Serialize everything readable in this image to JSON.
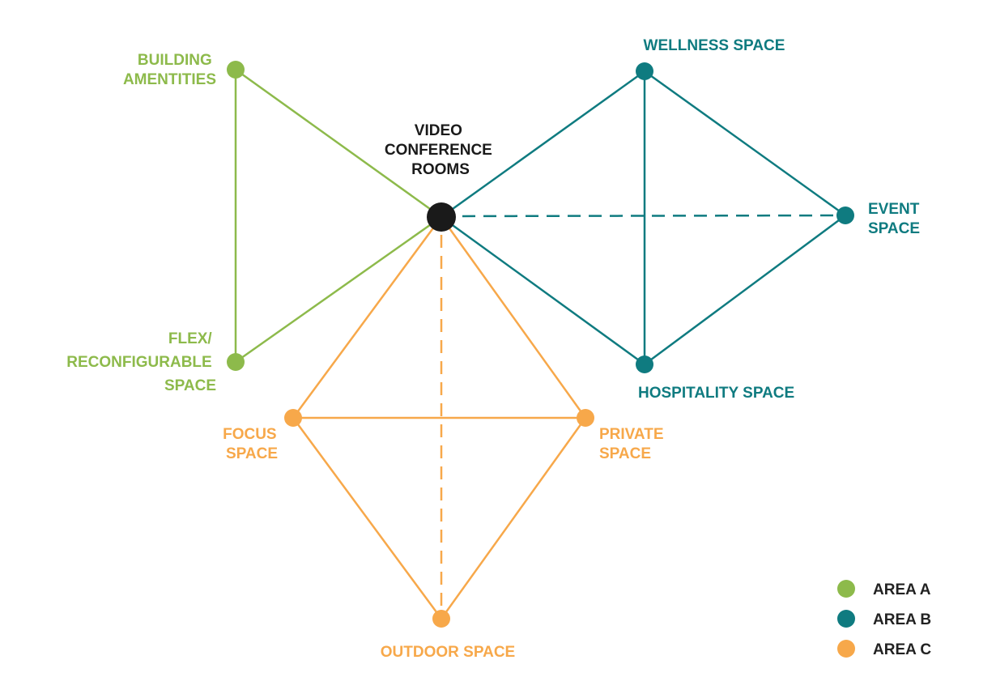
{
  "colors": {
    "area_a": "#8dba4b",
    "area_b": "#0f7b80",
    "area_c": "#f7a84a",
    "center": "#1a1a1a"
  },
  "nodes": {
    "center": {
      "lines": [
        "VIDEO",
        "CONFERENCE",
        "ROOMS"
      ]
    },
    "building": {
      "lines": [
        "BUILDING",
        "AMENTITIES"
      ]
    },
    "flex": {
      "lines": [
        "FLEX/",
        "RECONFIGURABLE",
        "SPACE"
      ]
    },
    "wellness": {
      "lines": [
        "WELLNESS SPACE"
      ]
    },
    "event": {
      "lines": [
        "EVENT",
        "SPACE"
      ]
    },
    "hospitality": {
      "lines": [
        "HOSPITALITY SPACE"
      ]
    },
    "focus": {
      "lines": [
        "FOCUS",
        "SPACE"
      ]
    },
    "private": {
      "lines": [
        "PRIVATE",
        "SPACE"
      ]
    },
    "outdoor": {
      "lines": [
        "OUTDOOR SPACE"
      ]
    }
  },
  "legend": [
    {
      "label": "AREA A",
      "area": "area_a"
    },
    {
      "label": "AREA B",
      "area": "area_b"
    },
    {
      "label": "AREA C",
      "area": "area_c"
    }
  ]
}
